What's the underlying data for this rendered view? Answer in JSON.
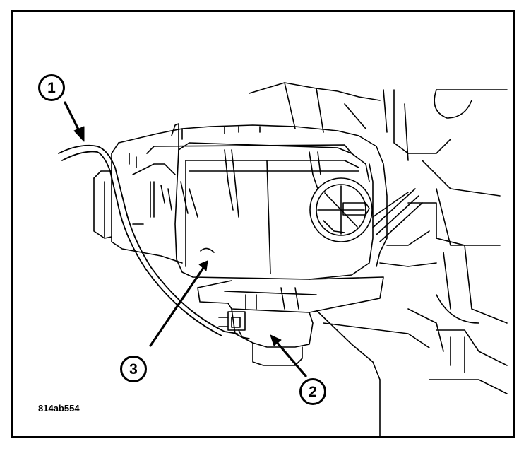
{
  "figure": {
    "figure_id": "814ab554",
    "stroke_color": "#000000",
    "background_color": "#ffffff"
  },
  "callouts": [
    {
      "number": "1"
    },
    {
      "number": "2"
    },
    {
      "number": "3"
    }
  ]
}
